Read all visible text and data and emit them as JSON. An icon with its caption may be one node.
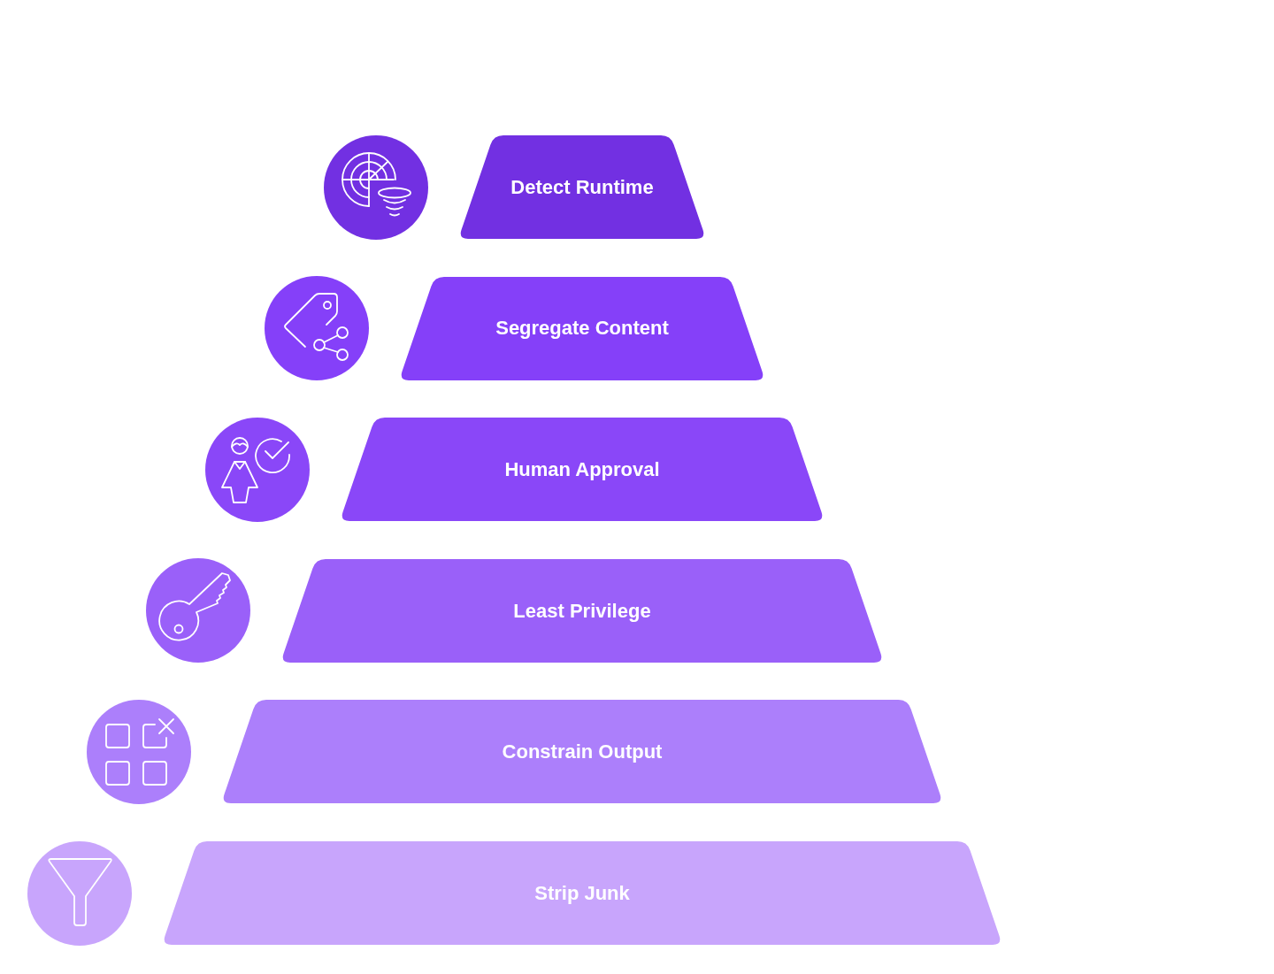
{
  "diagram": {
    "nodes": [
      {
        "text": [
          "Detect Runtime"
        ]
      },
      {
        "text": [
          "Segregate Content"
        ]
      },
      {
        "text": [
          "Human Approval"
        ]
      },
      {
        "text": [
          "Least Privilege"
        ]
      },
      {
        "text": [
          "Constrain Output"
        ]
      },
      {
        "text": [
          "Strip Junk"
        ]
      }
    ]
  }
}
